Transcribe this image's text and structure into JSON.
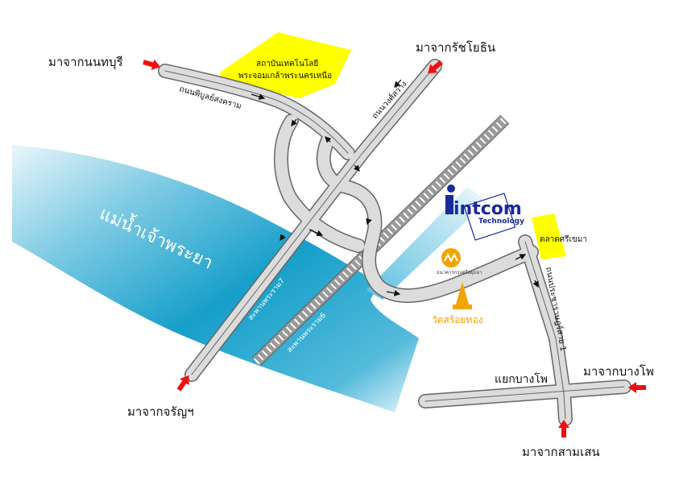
{
  "river": {
    "label": "แม่น้ำเจ้าพระยา"
  },
  "landmarks": {
    "institute_line1": "สถาบันเทคโนโลยี",
    "institute_line2": "พระจอมเกล้าพระนครเหนือ",
    "market": "ตลาดศรีเขมา",
    "temple": "วัดสร้อยทอง",
    "bank": "ธนาคารกรุงศรีอยุธยา"
  },
  "company": {
    "name": "intcom",
    "tagline": "Technology",
    "brand_color": "#1a2a9c"
  },
  "roads": {
    "phibun": "ถนนพิบูลย์สงคราม",
    "wongsawang": "ถนนวงศ์สว่าง",
    "pracharat": "ถนนประชาราษฎร์สาย 1",
    "bridge7": "สะพานพระราม7",
    "bridge6": "สะพานพระราม6"
  },
  "junction": "แยกบางโพ",
  "directions": {
    "from_nonthaburi": "มาจากนนทบุรี",
    "from_ratchayothin": "มาจากรัชโยธิน",
    "from_charan": "มาจากจรัญฯ",
    "from_bangpho": "มาจากบางโพ",
    "from_samsen": "มาจากสามเสน"
  },
  "colors": {
    "road_fill": "#dcdcdc",
    "road_edge": "#666666",
    "river": "#1aa3cc",
    "highlight": "#ffff00",
    "arrow": "#ee1111",
    "gold": "#f2a400"
  }
}
